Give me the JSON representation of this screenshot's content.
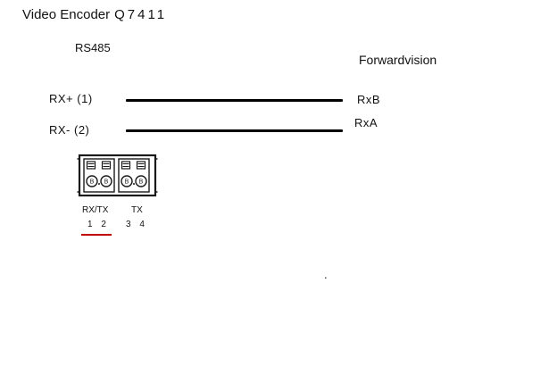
{
  "title": {
    "prefix": "Video Encoder",
    "model": "Q7411"
  },
  "bus_label": "RS485",
  "device_label": "Forwardvision",
  "connections": [
    {
      "left": "RX+ (1)",
      "right": "RxB"
    },
    {
      "left": "RX-  (2)",
      "right": "RxA"
    }
  ],
  "connector": {
    "terminal_letter": "B",
    "port_labels": [
      "RX/TX",
      "TX"
    ],
    "pin_groups": [
      "1 2",
      "3 4"
    ]
  },
  "colors": {
    "wire": "#000000",
    "accent_underline": "#c00000"
  },
  "stray_dot": "."
}
